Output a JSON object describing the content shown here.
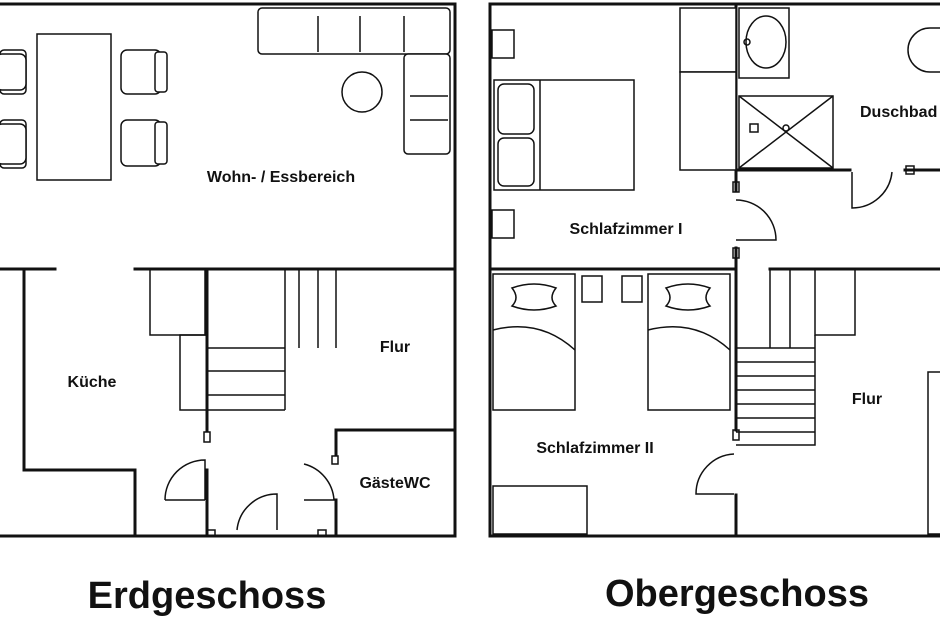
{
  "floors": [
    {
      "label": "Erdgeschoss",
      "rooms": [
        {
          "id": "wohn",
          "label": "Wohn- / Essbereich"
        },
        {
          "id": "kueche",
          "label": "Küche"
        },
        {
          "id": "flur",
          "label": "Flur"
        },
        {
          "id": "gaeste",
          "label": "GästeWC"
        }
      ]
    },
    {
      "label": "Obergeschoss",
      "rooms": [
        {
          "id": "schlaf1",
          "label": "Schlafzimmer I"
        },
        {
          "id": "duschbad",
          "label": "Duschbad"
        },
        {
          "id": "schlaf2",
          "label": "Schlafzimmer II"
        },
        {
          "id": "flur",
          "label": "Flur"
        }
      ]
    }
  ]
}
